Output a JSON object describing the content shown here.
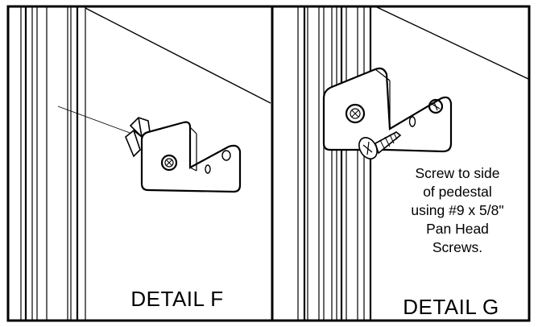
{
  "details": {
    "f": {
      "label": "DETAIL F"
    },
    "g": {
      "label": "DETAIL G",
      "note": "Screw to side\nof pedestal\nusing #9 x 5/8\"\nPan Head\nScrews."
    }
  },
  "icons": {
    "bracket": "l-bracket-icon",
    "screw": "pan-head-screw-icon",
    "clip": "retainer-clip-icon"
  },
  "colors": {
    "line": "#000000",
    "background": "#ffffff"
  }
}
